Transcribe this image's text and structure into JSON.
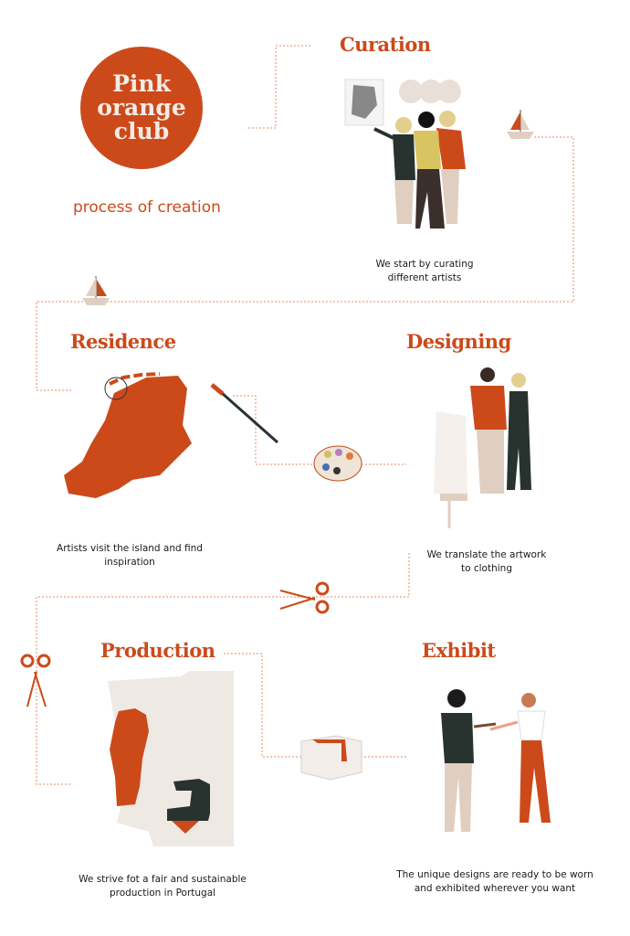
{
  "logo": {
    "line1": "Pink",
    "line2": "orange",
    "line3": "club"
  },
  "subtitle": "process of creation",
  "steps": [
    {
      "title": "Curation",
      "caption1": "We start by curating",
      "caption2": "different artists"
    },
    {
      "title": "Residence",
      "caption1": "Artists visit the island and find",
      "caption2": "inspiration"
    },
    {
      "title": "Designing",
      "caption1": "We translate the artwork",
      "caption2": "to clothing"
    },
    {
      "title": "Production",
      "caption1": "We strive fot a fair and sustainable",
      "caption2": "production in Portugal"
    },
    {
      "title": "Exhibit",
      "caption1": "The unique designs are ready to be worn",
      "caption2": "and exhibited wherever you want"
    }
  ],
  "colors": {
    "accent": "#cc4a1a",
    "beige": "#e0cfc0",
    "light": "#efe9e4",
    "dark": "#28332f"
  }
}
